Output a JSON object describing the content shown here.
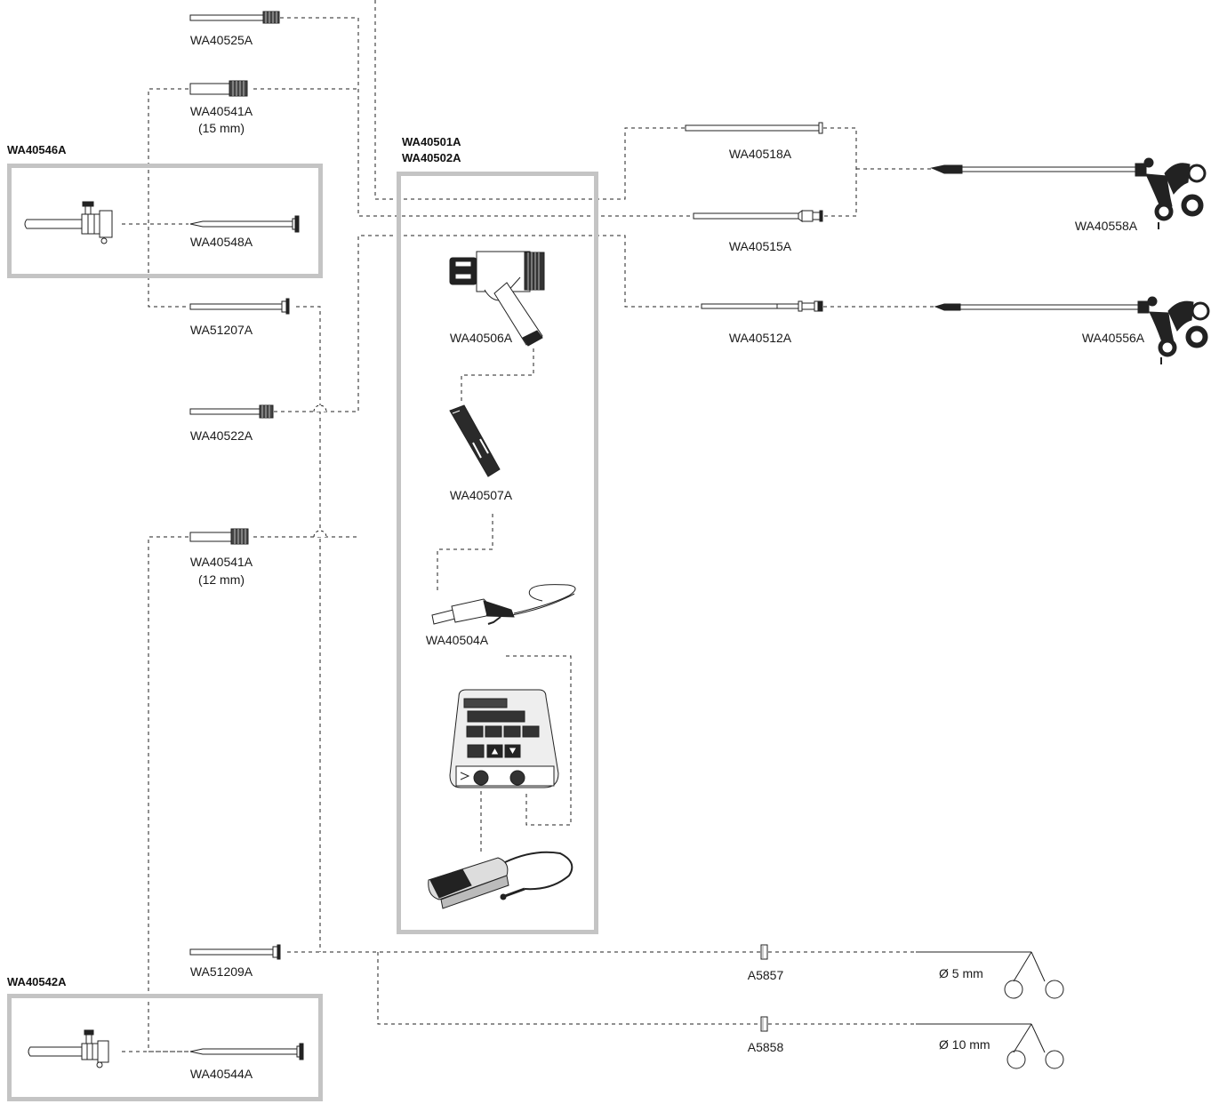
{
  "groups": {
    "g46": "WA40546A",
    "g42": "WA40542A",
    "g01": "WA40501A",
    "g02": "WA40502A"
  },
  "parts": {
    "p525": "WA40525A",
    "p541a": "WA40541A",
    "p541a_size": "(15 mm)",
    "p548": "WA40548A",
    "p1207": "WA51207A",
    "p522": "WA40522A",
    "p541b": "WA40541A",
    "p541b_size": "(12 mm)",
    "p1209": "WA51209A",
    "p544": "WA40544A",
    "p506": "WA40506A",
    "p507": "WA40507A",
    "p504": "WA40504A",
    "p518": "WA40518A",
    "p515": "WA40515A",
    "p512": "WA40512A",
    "p558": "WA40558A",
    "p556": "WA40556A",
    "p5857": "A5857",
    "p5858": "A5858",
    "d5": "Ø 5 mm",
    "d10": "Ø 10 mm"
  },
  "colors": {
    "line": "#222222",
    "frame": "#c4c4c4",
    "fill": "#ffffff",
    "dark": "#1a1a1a"
  }
}
